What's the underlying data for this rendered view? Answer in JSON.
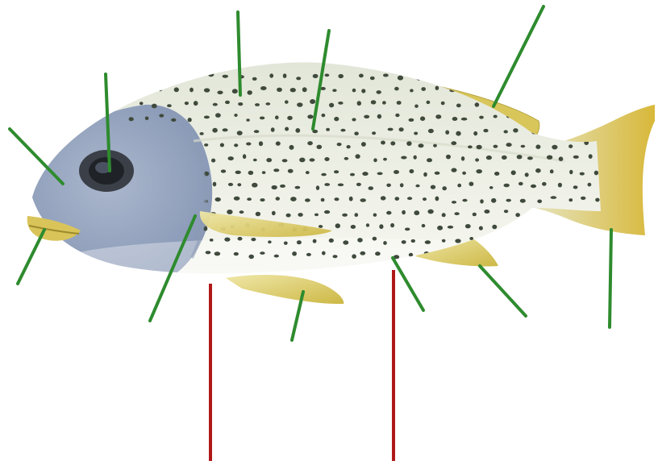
{
  "diagram": {
    "subject": "fish",
    "corner_text": "",
    "colors": {
      "body_top": "#e9ecdf",
      "body_bottom": "#f4f4ee",
      "head": "#98a7c4",
      "spots": "#3f4a3c",
      "fin_yellow": "#d9c85a",
      "fin_light": "#efe7a8",
      "label_line": "#2e8b2e",
      "pointer_line": "#b01818",
      "eye": "#2a2f36"
    },
    "green_leader_lines": [
      {
        "id": "tip-left-upper"
      },
      {
        "id": "tip-eye"
      },
      {
        "id": "tip-top-1"
      },
      {
        "id": "tip-top-2"
      },
      {
        "id": "tip-dorsal"
      },
      {
        "id": "tip-mouth"
      },
      {
        "id": "tip-pectoral"
      },
      {
        "id": "tip-pelvic"
      },
      {
        "id": "tip-belly"
      },
      {
        "id": "tip-anal"
      },
      {
        "id": "tip-tail"
      }
    ],
    "red_pointer_lines": [
      {
        "id": "pointer-left"
      },
      {
        "id": "pointer-right"
      }
    ]
  }
}
